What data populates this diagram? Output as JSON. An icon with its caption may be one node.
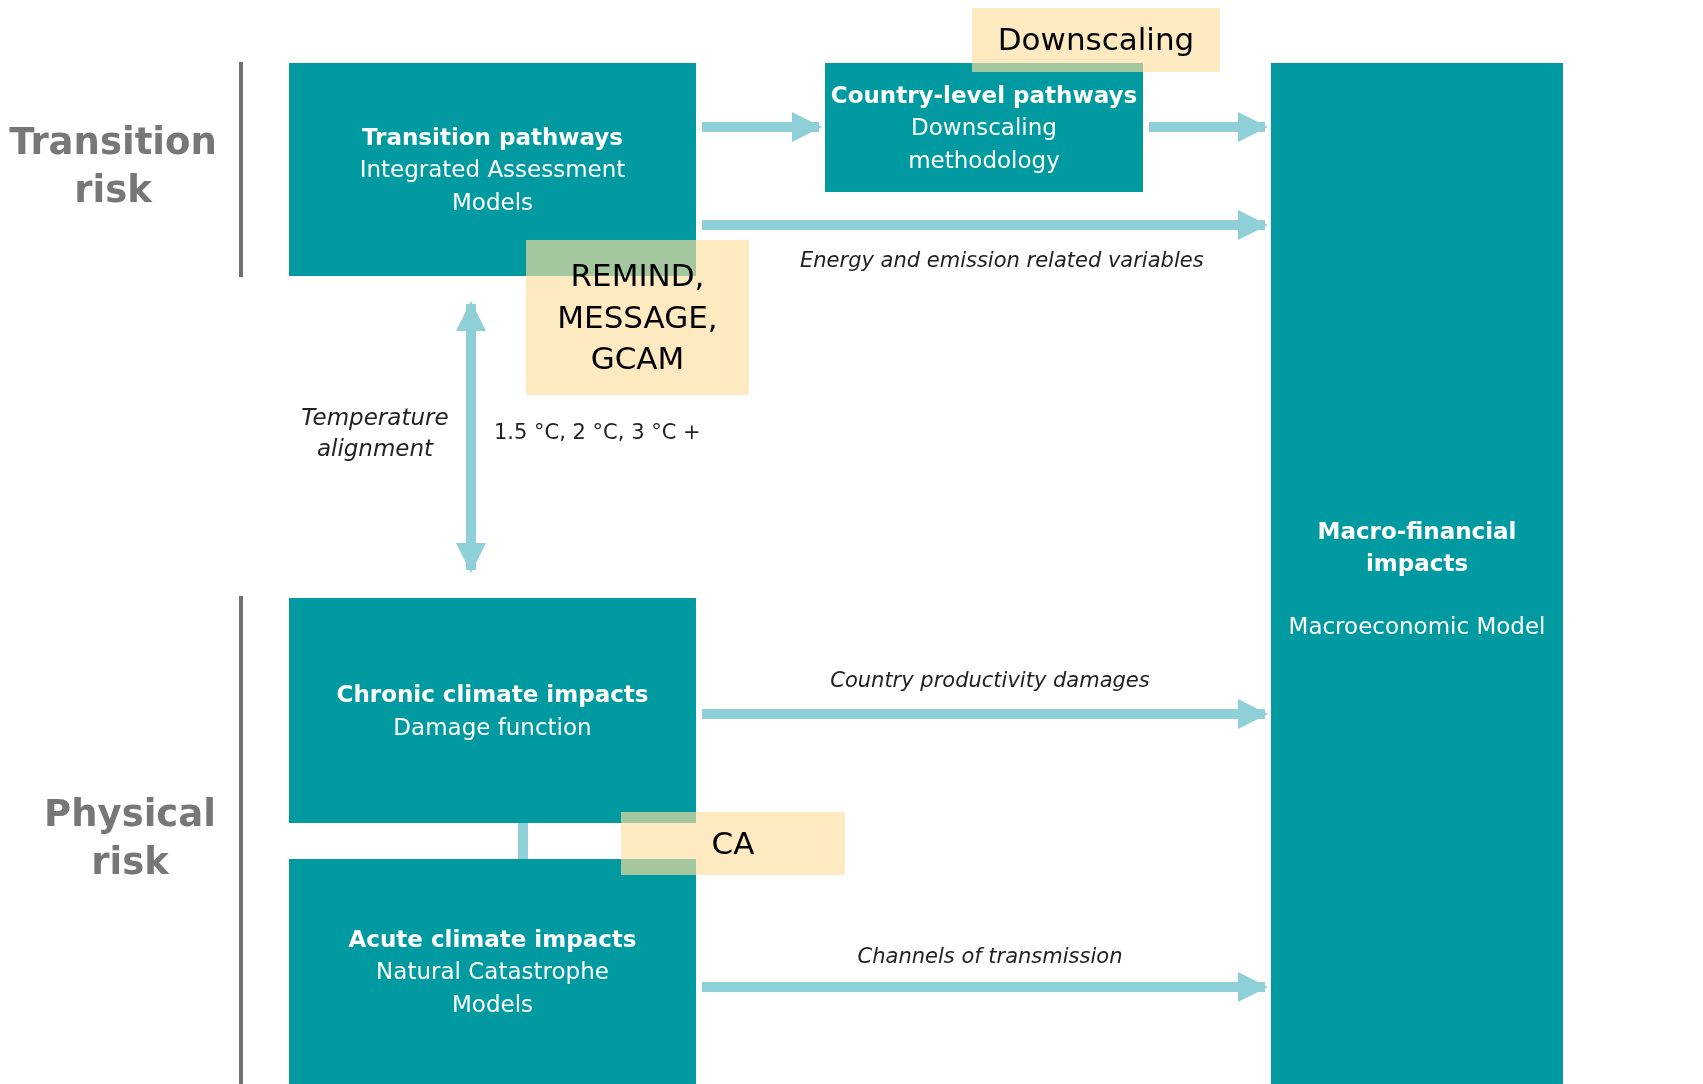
{
  "diagram": {
    "nodes": [
      {
        "text": [
          "Transition pathways",
          "Integrated Assessment Models"
        ]
      },
      {
        "text": [
          "Country-level pathways",
          "Downscaling methodology"
        ]
      },
      {
        "text": [
          "Macro-financial impacts",
          "Macroeconomic Model"
        ]
      },
      {
        "text": [
          "Chronic climate impacts",
          "Damage function"
        ]
      },
      {
        "text": [
          "Acute climate impacts",
          "Natural Catastrophe Models"
        ]
      },
      {
        "text": [
          "Downscaling"
        ]
      },
      {
        "text": [
          "REMIND, MESSAGE, GCAM"
        ]
      },
      {
        "text": [
          "CA"
        ]
      }
    ],
    "edges": [
      {
        "from": 0,
        "to": 1,
        "arrow": "to"
      },
      {
        "from": 1,
        "to": 2,
        "arrow": "to"
      },
      {
        "from": 0,
        "to": 2,
        "arrow": "to",
        "label": "Energy and emission related variables"
      },
      {
        "from": 0,
        "to": 3,
        "arrow": "both",
        "label": "1.5 °C, 2 °C, 3 °C +"
      },
      {
        "from": 3,
        "to": 2,
        "arrow": "to",
        "label": "Country productivity damages"
      },
      {
        "from": 4,
        "to": 2,
        "arrow": "to",
        "label": "Channels of transmission"
      },
      {
        "from": 3,
        "to": 4,
        "arrow": "none"
      }
    ],
    "labels": [
      "Transition risk",
      "Temperature alignment",
      "Physical risk"
    ]
  }
}
